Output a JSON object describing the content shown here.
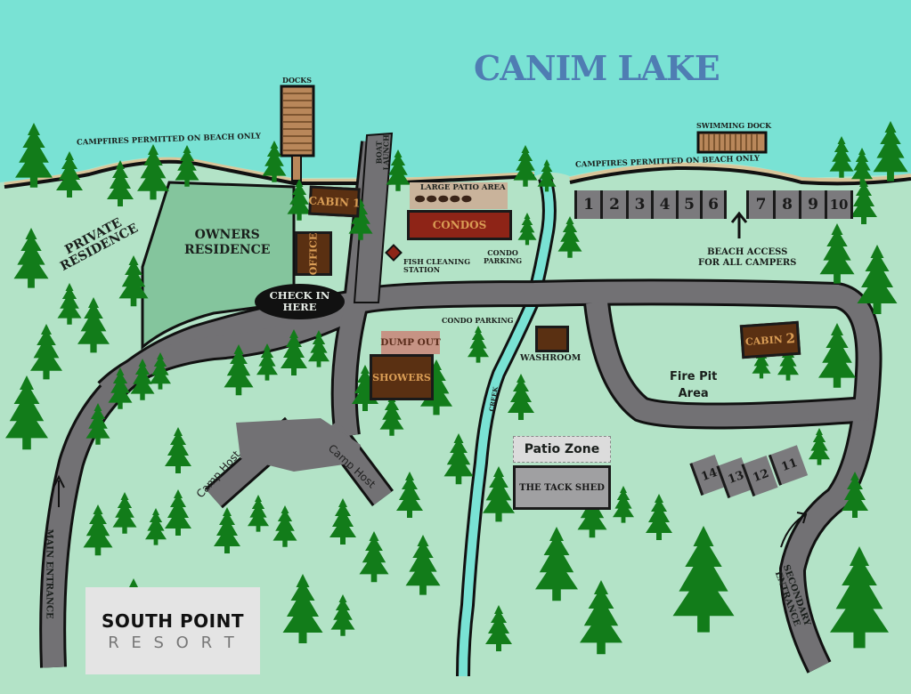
{
  "map": {
    "title": "CANIM LAKE",
    "colors": {
      "lake": "#79e2d4",
      "land": "#b3e3c7",
      "owners_area": "#84c59d",
      "road": "#727174",
      "tree": "#127c1a",
      "building_brown": "#5a3012",
      "condo_red": "#8e2417",
      "title_blue": "#4f7db3"
    },
    "lake_labels": {
      "docks": "DOCKS",
      "swimming_dock": "SWIMMING DOCK",
      "campfire_notice_left": "CAMPFIRES PERMITTED ON BEACH ONLY",
      "campfire_notice_right": "CAMPFIRES PERMITTED ON BEACH ONLY"
    },
    "areas": {
      "private_residence": [
        "PRIVATE",
        "RESIDENCE"
      ],
      "owners_residence": [
        "OWNERS",
        "RESIDENCE"
      ],
      "fire_pit": [
        "Fire Pit",
        "Area"
      ],
      "beach_access": [
        "BEACH ACCESS",
        "FOR ALL CAMPERS"
      ],
      "condo_parking_top": [
        "CONDO",
        "PARKING"
      ],
      "condo_parking_mid": "CONDO PARKING",
      "fish_cleaning": [
        "FISH CLEANING",
        "STATION"
      ],
      "large_patio": "LARGE PATIO AREA",
      "creek": "CREEK"
    },
    "buildings": {
      "cabin1": "CABIN 1",
      "cabin2_text": "CABIN",
      "cabin2_num": "2",
      "office": "OFFICE",
      "condos": "CONDOS",
      "dump_out": "DUMP OUT",
      "showers": "SHOWERS",
      "washroom": "WASHROOM",
      "patio_zone": "Patio Zone",
      "tack_shed": "THE TACK SHED"
    },
    "check_in": [
      "CHECK IN",
      "HERE"
    ],
    "roads": {
      "boat_launch": [
        "BOAT",
        "LAUNCH"
      ],
      "main_entrance": "MAIN ENTRANCE",
      "secondary_entrance": [
        "SECONDARY",
        "ENTRANCE"
      ],
      "camp_host_left": "Camp Host",
      "camp_host_right": "Camp Host"
    },
    "campsites_top": [
      "1",
      "2",
      "3",
      "4",
      "5",
      "6",
      "7",
      "8",
      "9",
      "10"
    ],
    "campsites_bottom": [
      "14",
      "13",
      "12",
      "11"
    ],
    "logo": {
      "line1_a": "SOUTH",
      "line1_b": "POINT",
      "line2": "R E S O R T"
    }
  }
}
